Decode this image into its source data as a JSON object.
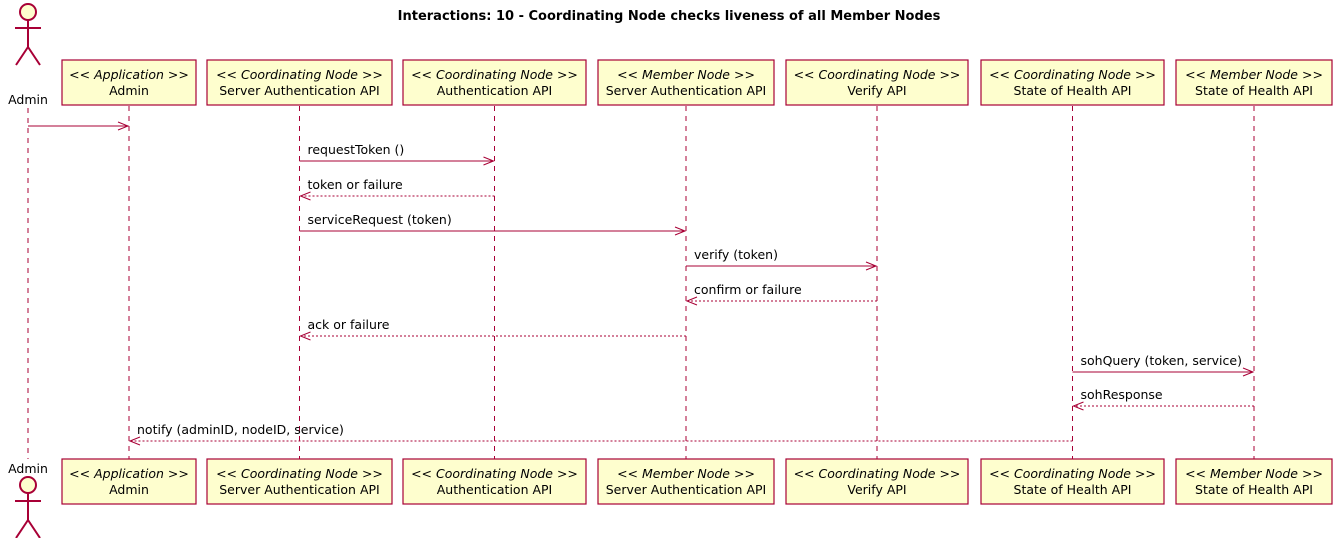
{
  "diagram": {
    "title": "Interactions: 10 - Coordinating Node checks liveness of all Member Nodes",
    "actor": {
      "name": "Admin"
    },
    "participants": [
      {
        "stereotype": "<< Application >>",
        "name": "Admin"
      },
      {
        "stereotype": "<< Coordinating Node >>",
        "name": "Server Authentication API"
      },
      {
        "stereotype": "<< Coordinating Node >>",
        "name": "Authentication API"
      },
      {
        "stereotype": "<< Member Node >>",
        "name": "Server Authentication API"
      },
      {
        "stereotype": "<< Coordinating Node >>",
        "name": "Verify API"
      },
      {
        "stereotype": "<< Coordinating Node >>",
        "name": "State of Health API"
      },
      {
        "stereotype": "<< Member Node >>",
        "name": "State of Health API"
      }
    ],
    "messages": [
      {
        "from": 0,
        "to": 1,
        "label": "",
        "kind": "call"
      },
      {
        "from": 2,
        "to": 3,
        "label": "requestToken ()",
        "kind": "call"
      },
      {
        "from": 3,
        "to": 2,
        "label": "token or failure",
        "kind": "return"
      },
      {
        "from": 2,
        "to": 4,
        "label": "serviceRequest (token)",
        "kind": "call"
      },
      {
        "from": 4,
        "to": 5,
        "label": "verify (token)",
        "kind": "call"
      },
      {
        "from": 5,
        "to": 4,
        "label": "confirm or failure",
        "kind": "return"
      },
      {
        "from": 4,
        "to": 2,
        "label": "ack or failure",
        "kind": "return"
      },
      {
        "from": 6,
        "to": 7,
        "label": "sohQuery (token, service)",
        "kind": "call"
      },
      {
        "from": 7,
        "to": 6,
        "label": "sohResponse",
        "kind": "return"
      },
      {
        "from": 6,
        "to": 1,
        "label": "notify (adminID, nodeID, service)",
        "kind": "return"
      }
    ]
  }
}
